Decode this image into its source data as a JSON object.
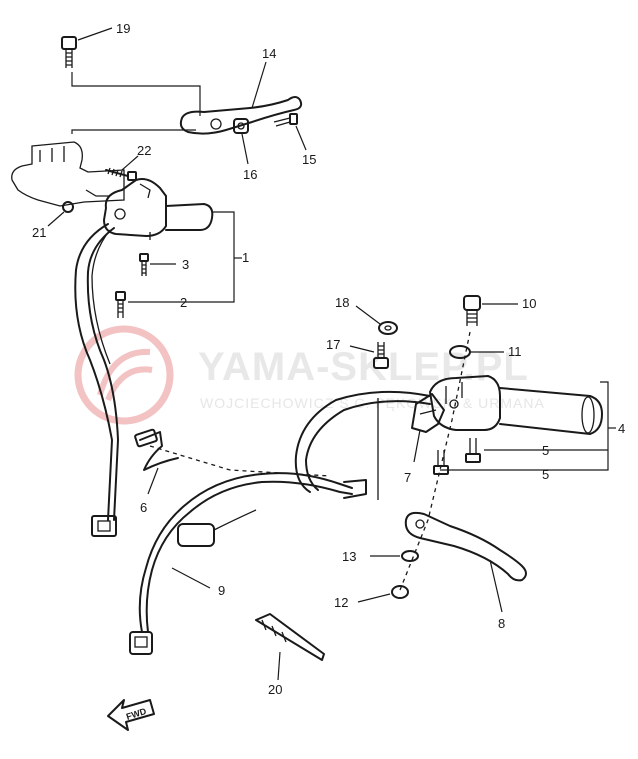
{
  "watermark": {
    "name": "YAMA-SKLEP.PL",
    "subtitle": "WOJCIECHOWICZ S.C. PĘKOWSKI & URMANA",
    "logo_color": "#f3c2c2"
  },
  "direction_marker": "FWD",
  "callouts": [
    {
      "id": "c19",
      "label": "19"
    },
    {
      "id": "c14",
      "label": "14"
    },
    {
      "id": "c15",
      "label": "15"
    },
    {
      "id": "c16",
      "label": "16"
    },
    {
      "id": "c22",
      "label": "22"
    },
    {
      "id": "c21",
      "label": "21"
    },
    {
      "id": "c1",
      "label": "1"
    },
    {
      "id": "c3",
      "label": "3"
    },
    {
      "id": "c2",
      "label": "2"
    },
    {
      "id": "c18",
      "label": "18"
    },
    {
      "id": "c10",
      "label": "10"
    },
    {
      "id": "c17",
      "label": "17"
    },
    {
      "id": "c11",
      "label": "11"
    },
    {
      "id": "c4",
      "label": "4"
    },
    {
      "id": "c5a",
      "label": "5"
    },
    {
      "id": "c5b",
      "label": "5"
    },
    {
      "id": "c7",
      "label": "7"
    },
    {
      "id": "c6",
      "label": "6"
    },
    {
      "id": "c13",
      "label": "13"
    },
    {
      "id": "c9",
      "label": "9"
    },
    {
      "id": "c12",
      "label": "12"
    },
    {
      "id": "c8",
      "label": "8"
    },
    {
      "id": "c20",
      "label": "20"
    }
  ]
}
